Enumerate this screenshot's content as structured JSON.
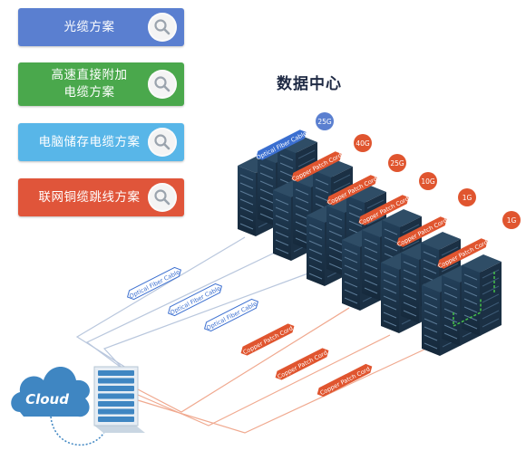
{
  "menu": [
    {
      "label": "光缆方案"
    },
    {
      "label": "高速直接附加\n电缆方案"
    },
    {
      "label": "电脑储存电缆方案"
    },
    {
      "label": "联网铜缆跳线方案"
    }
  ],
  "diagram": {
    "title": "数据中心",
    "cloud_label": "Cloud",
    "speeds": [
      "25G",
      "40G",
      "25G",
      "10G",
      "1G",
      "1G"
    ],
    "rack_fiber_label": "Optical Fiber Cable",
    "rack_copper_label": "Copper Patch Cord",
    "link_fiber_labels": [
      "Optical Fiber Cable",
      "Optical Fiber Cable",
      "Optical Fiber Cable"
    ],
    "link_copper_labels": [
      "Copper Patch Cord",
      "Copper Patch Cord",
      "Copper Patch Cord"
    ]
  },
  "colors": {
    "fiber": "#3b6fd0",
    "copper": "#e0552f",
    "rack": "#1d3347",
    "cloud": "#3f86c2"
  }
}
